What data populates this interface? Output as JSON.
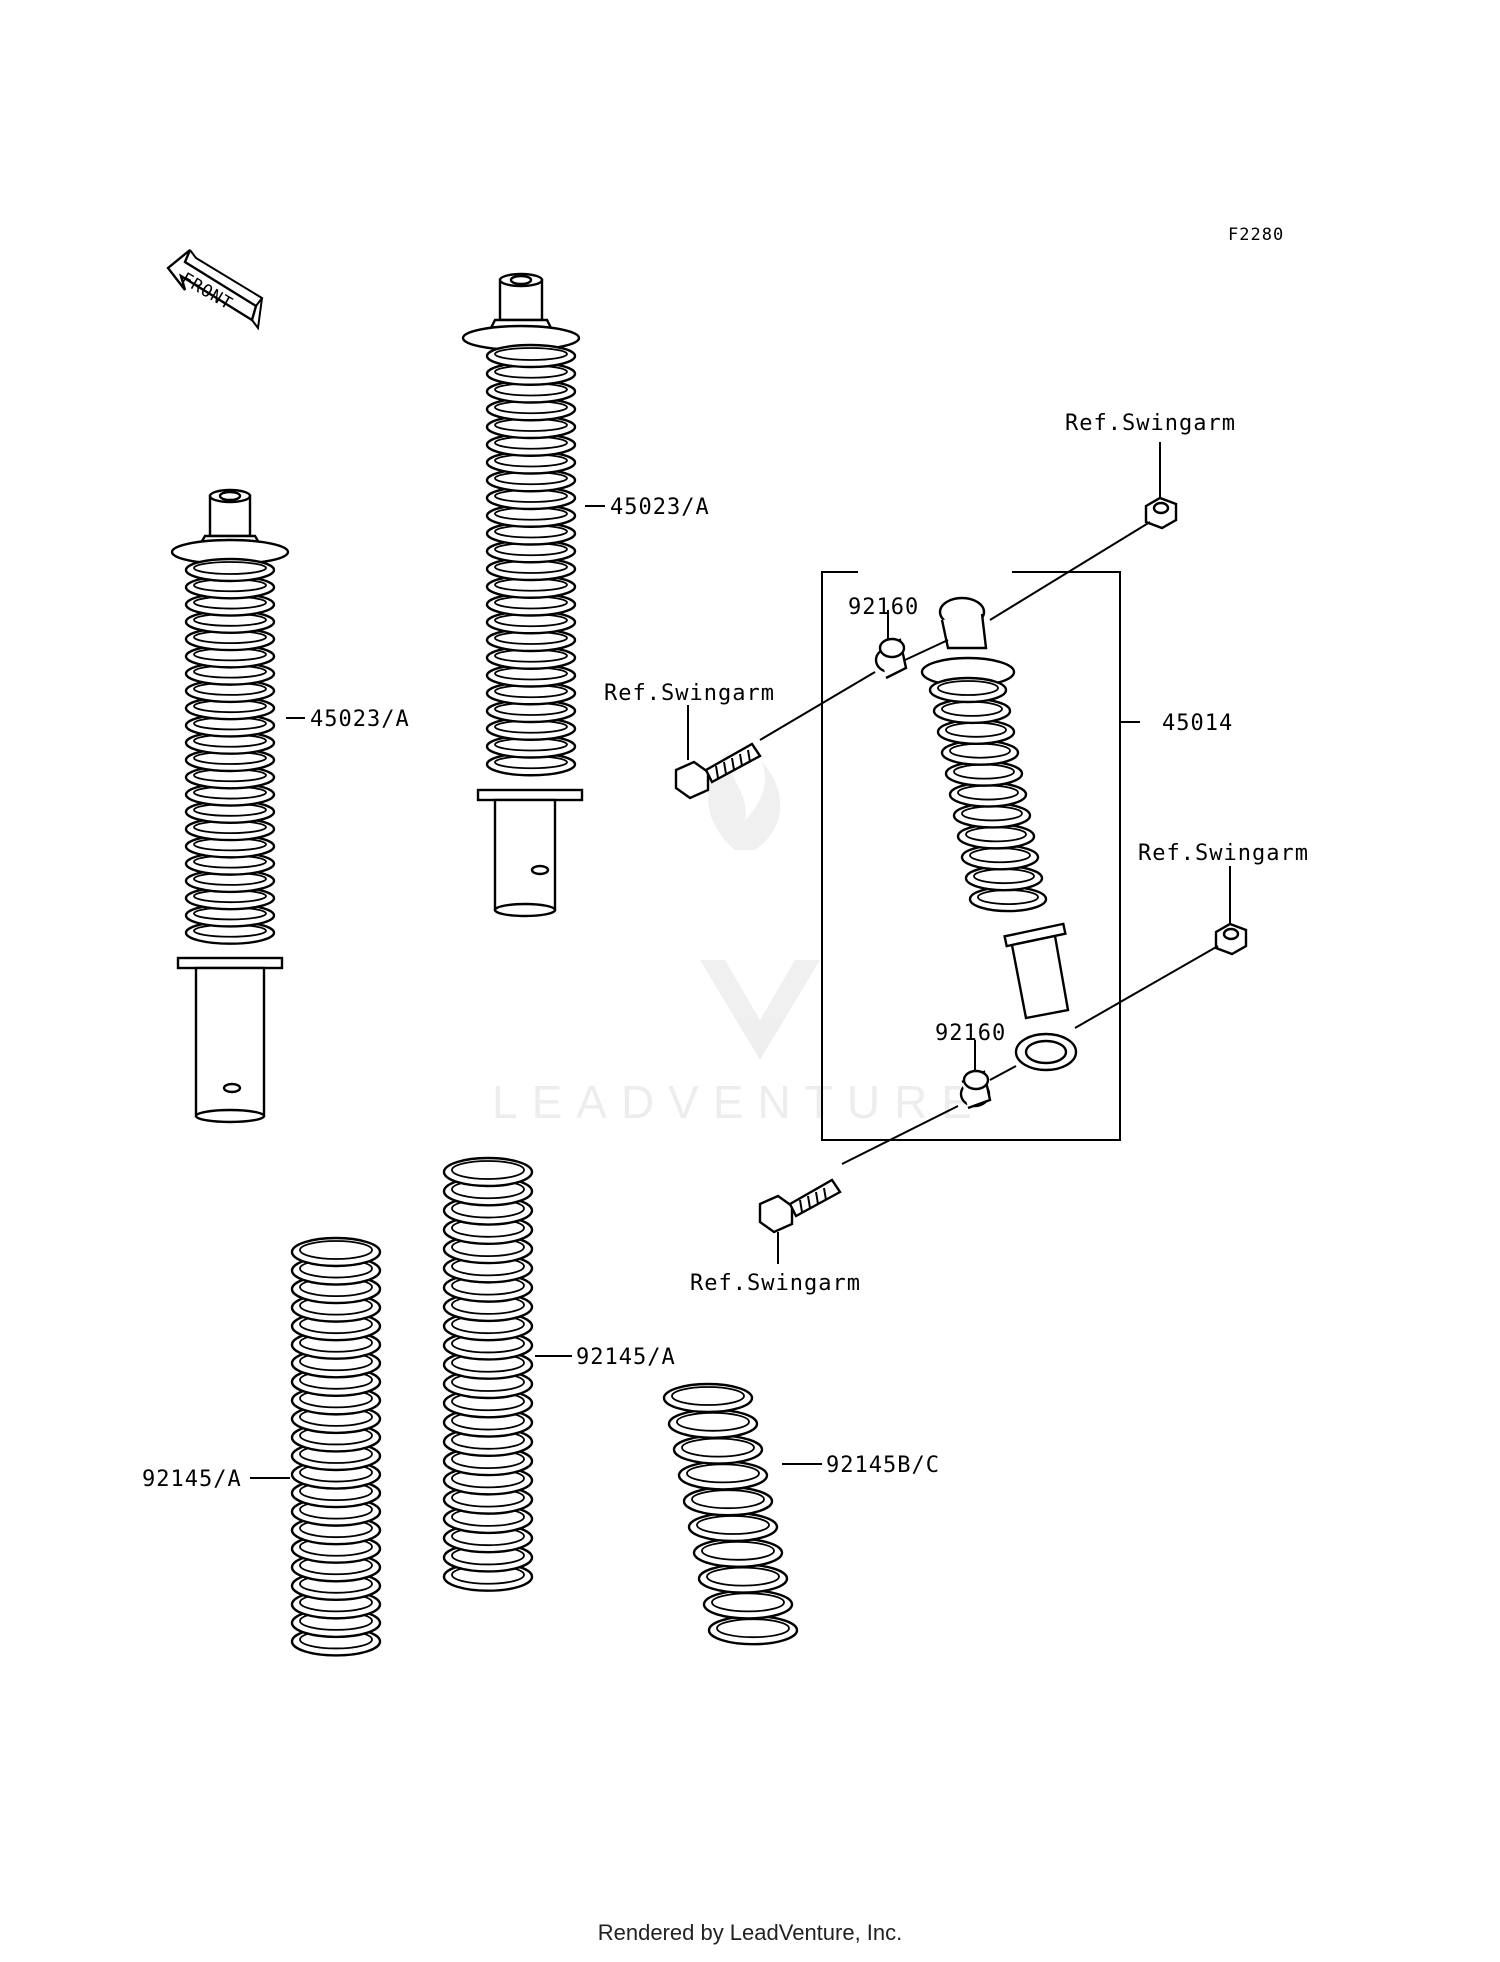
{
  "diagram_code": "F2280",
  "front_label": "FRONT",
  "watermark": "LEADVENTURE",
  "labels": {
    "shock_a_left": "45023/A",
    "shock_a_top": "45023/A",
    "shock_assembly": "45014",
    "bushing_top": "92160",
    "bushing_bottom": "92160",
    "ref_swingarm_top_right": "Ref.Swingarm",
    "ref_swingarm_top_left": "Ref.Swingarm",
    "ref_swingarm_mid_right": "Ref.Swingarm",
    "ref_swingarm_bottom": "Ref.Swingarm",
    "spring_a_left": "92145/A",
    "spring_a_right": "92145/A",
    "spring_bc": "92145B/C"
  },
  "footer": "Rendered by LeadVenture, Inc."
}
